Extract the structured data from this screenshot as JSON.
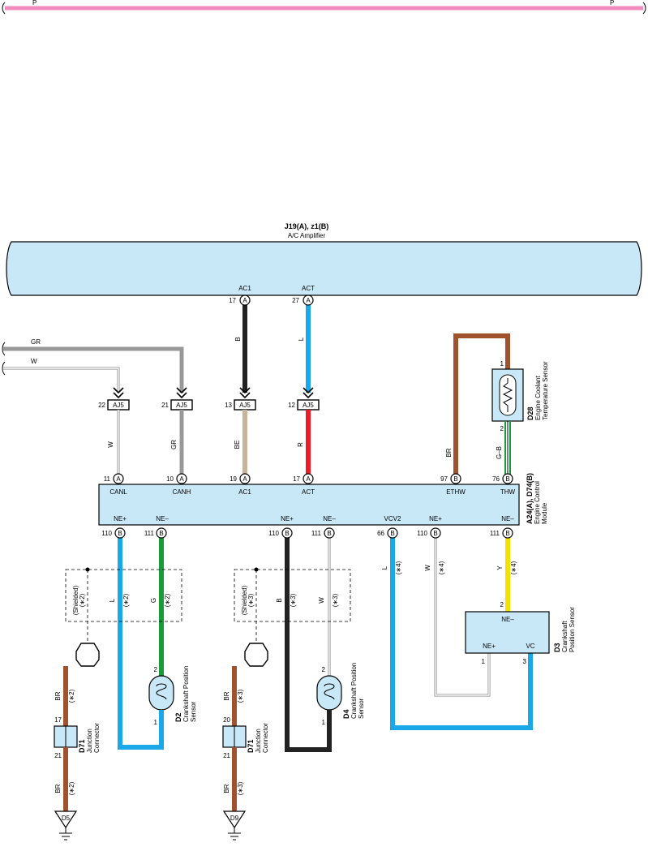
{
  "top_bus": {
    "left_label": "P",
    "right_label": "P",
    "color": "#f08cbe"
  },
  "amplifier": {
    "id": "J19(A), z1(B)",
    "name": "A/C Amplifier",
    "fill": "#c8e8f8"
  },
  "amp_pins": {
    "ac1": {
      "name": "AC1",
      "num": "17",
      "conn": "A"
    },
    "act": {
      "name": "ACT",
      "num": "27",
      "conn": "A"
    }
  },
  "incoming": {
    "gr": "GR",
    "w": "W"
  },
  "aj5": {
    "label": "AJ5",
    "p22": "22",
    "p21": "21",
    "p13": "13",
    "p12": "12"
  },
  "wires": {
    "w_aj5": "W",
    "gr_aj5": "GR",
    "b_ac1": "B",
    "l_act": "L",
    "be": "BE",
    "r": "R",
    "br_ethw": "BR",
    "gb_thw": "G–B",
    "l_ne1": "L",
    "g_ne1": "G",
    "b_ne2": "B",
    "w_ne2": "W",
    "l_vcv2": "L",
    "w_ne3": "W",
    "y_ne3": "Y",
    "br1": "BR",
    "br2": "BR",
    "br3": "BR",
    "br4": "BR"
  },
  "notes": {
    "n2": "(∗2)",
    "n3": "(∗3)",
    "n4": "(∗4)",
    "shielded": "(Shielded)"
  },
  "ecm": {
    "id": "A24(A), D74(B)",
    "name_line1": "Engine Control",
    "name_line2": "Module",
    "top_pins": [
      {
        "num": "11",
        "conn": "A",
        "name": "CANL"
      },
      {
        "num": "10",
        "conn": "A",
        "name": "CANH"
      },
      {
        "num": "19",
        "conn": "A",
        "name": "AC1"
      },
      {
        "num": "17",
        "conn": "A",
        "name": "ACT"
      },
      {
        "num": "97",
        "conn": "B",
        "name": "ETHW"
      },
      {
        "num": "76",
        "conn": "B",
        "name": "THW"
      }
    ],
    "bottom_pins": [
      {
        "num": "110",
        "conn": "B",
        "name": "NE+"
      },
      {
        "num": "111",
        "conn": "B",
        "name": "NE–"
      },
      {
        "num": "110",
        "conn": "B",
        "name": "NE+"
      },
      {
        "num": "111",
        "conn": "B",
        "name": "NE–"
      },
      {
        "num": "66",
        "conn": "B",
        "name": "VCV2"
      },
      {
        "num": "110",
        "conn": "B",
        "name": "NE+"
      },
      {
        "num": "111",
        "conn": "B",
        "name": "NE–"
      }
    ]
  },
  "d28": {
    "id": "D28",
    "line1": "Engine Coolant",
    "line2": "Temperature Sensor",
    "pin1": "1",
    "pin2": "2"
  },
  "d2": {
    "id": "D2",
    "line1": "Crankshaft Position",
    "line2": "Sensor",
    "pin1": "1",
    "pin2": "2"
  },
  "d4": {
    "id": "D4",
    "line1": "Crankshaft Position",
    "line2": "Sensor",
    "pin1": "1",
    "pin2": "2"
  },
  "d3": {
    "id": "D3",
    "line1": "Crankshaft",
    "line2": "Position Sensor",
    "ne_minus": "NE–",
    "ne_plus": "NE+",
    "vc": "VC",
    "pin1": "1",
    "pin2": "2",
    "pin3": "3"
  },
  "d71a": {
    "id": "D71",
    "line1": "Junction",
    "line2": "Connector",
    "top": "17",
    "bottom": "21"
  },
  "d71b": {
    "id": "D71",
    "line1": "Junction",
    "line2": "Connector",
    "top": "20",
    "bottom": "21"
  },
  "grounds": {
    "g1": "D5",
    "g2": "D9"
  }
}
